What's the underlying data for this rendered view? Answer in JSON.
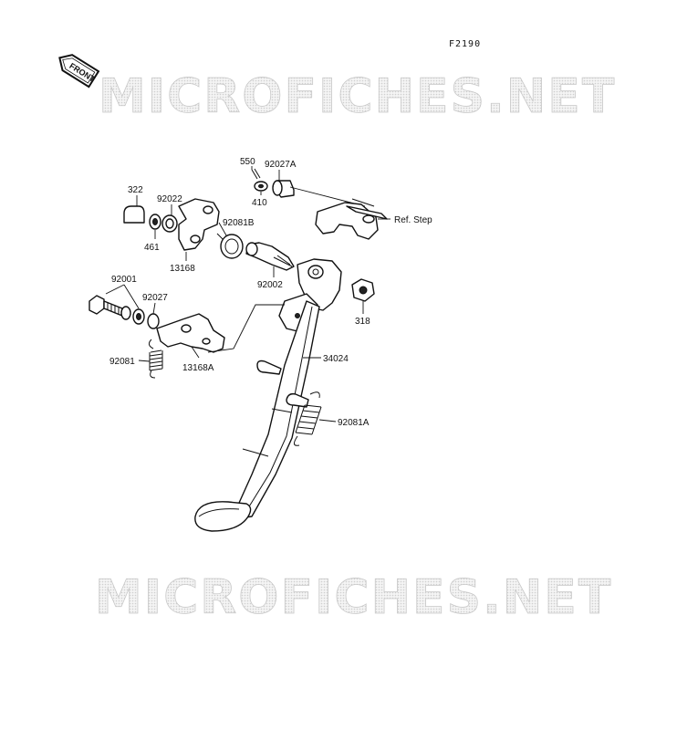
{
  "figure_code": "F2190",
  "front_label": "FRONT",
  "watermark": "MICROFICHES.NET",
  "labels": {
    "p550": "550",
    "p92027A": "92027A",
    "p410": "410",
    "p322": "322",
    "p92022": "92022",
    "p92081B": "92081B",
    "p461": "461",
    "p13168": "13168",
    "p92002": "92002",
    "refstep": "Ref. Step",
    "p318": "318",
    "p92001": "92001",
    "p92027": "92027",
    "p13168A": "13168A",
    "p92081": "92081",
    "p34024": "34024",
    "p92081A": "92081A"
  }
}
